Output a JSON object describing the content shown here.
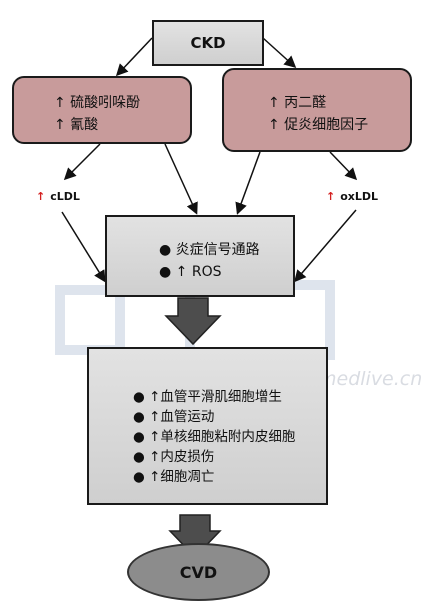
{
  "diagram": {
    "ckd": "CKD",
    "left_box": [
      "↑ 硫酸吲哚酚",
      "↑ 氰酸"
    ],
    "right_box": [
      "↑ 丙二醛",
      "↑ 促炎细胞因子"
    ],
    "label_left": "cLDL",
    "label_right": "oxLDL",
    "up_arrow": "↑",
    "middle_box": [
      "●  炎症信号通路",
      "●  ↑ ROS"
    ],
    "bottom_box": [
      "●  ↑血管平滑肌细胞增生",
      "●  ↑血管运动",
      "●  ↑单核细胞粘附内皮细胞",
      "●  ↑内皮损伤",
      "●  ↑细胞凋亡"
    ],
    "cvd": "CVD"
  },
  "watermark": "medlive.cn"
}
